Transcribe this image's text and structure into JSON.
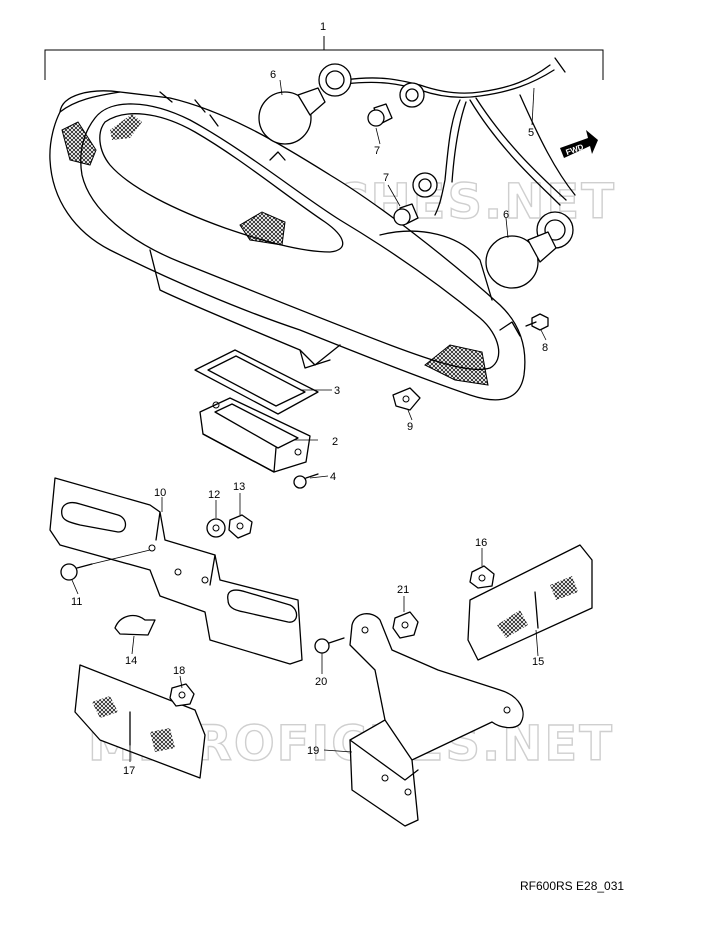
{
  "figure": {
    "code": "RF600RS E28_031",
    "watermark": "MICROFICHES.NET",
    "fwd_tag": "FWD"
  },
  "callouts": {
    "c1": "1",
    "c2": "2",
    "c3": "3",
    "c4": "4",
    "c5": "5",
    "c6a": "6",
    "c6b": "6",
    "c7a": "7",
    "c7b": "7",
    "c8": "8",
    "c9": "9",
    "c10": "10",
    "c11": "11",
    "c12": "12",
    "c13": "13",
    "c14": "14",
    "c15": "15",
    "c16": "16",
    "c17": "17",
    "c18": "18",
    "c19": "19",
    "c20": "20",
    "c21": "21"
  }
}
